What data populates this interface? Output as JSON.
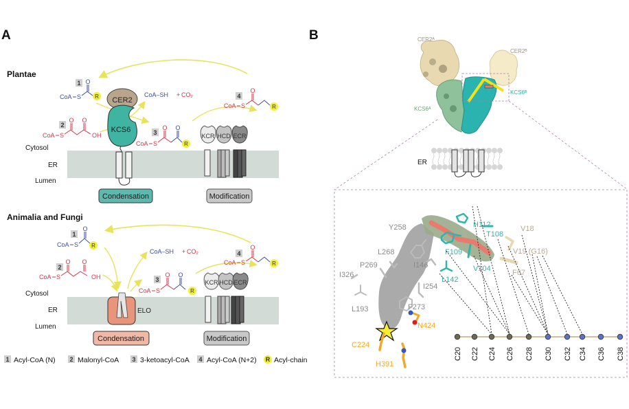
{
  "colors": {
    "blue_chem": "#3d4f9a",
    "red_chem": "#d0364b",
    "yellow_arrow": "#e8e35a",
    "r_highlight": "#f2ee3c",
    "membrane": "#d3dbd6",
    "kcs6": "#3fb4a2",
    "cer2": "#b9a58c",
    "elo": "#e8957b",
    "condensation_box": "#5db8ad",
    "condensation_box_elo": "#f2b8a6",
    "modification_box": "#c8c8c8",
    "teal_residue": "#2fb5ad",
    "gray_residue": "#8a8a8a",
    "tan_residue": "#b6ab97",
    "orange_residue": "#f0a92a",
    "magenta_dash": "#b57ca6",
    "node_dark": "#6b6b55",
    "node_blue": "#5b72c8",
    "chain_line": "#c9a97c"
  },
  "panel_a": {
    "label": "A",
    "plantae": {
      "title": "Plantae",
      "substrate1": {
        "badge": "1",
        "coa": "CoA",
        "s": "S",
        "r": "R",
        "o": "O"
      },
      "substrate2": {
        "badge": "2",
        "coa": "CoA",
        "s": "S",
        "oh": "OH",
        "o": "O"
      },
      "product3": {
        "badge": "3",
        "coa": "CoA",
        "s": "S",
        "r": "R",
        "o": "O"
      },
      "product4": {
        "badge": "4",
        "coa": "CoA",
        "s": "S",
        "r": "R",
        "o": "O"
      },
      "byproduct": {
        "coash": "CoA–SH",
        "plus": "+",
        "co2": "CO₂"
      },
      "enzymes": {
        "cer2": "CER2",
        "kcs6": "KCS6",
        "kcr": "KCR",
        "hcd": "HCD",
        "ecr": "ECR"
      },
      "condensation": "Condensation",
      "modification": "Modification"
    },
    "animalia": {
      "title": "Animalia and Fungi",
      "substrate1": {
        "badge": "1",
        "coa": "CoA",
        "s": "S",
        "r": "R",
        "o": "O"
      },
      "substrate2": {
        "badge": "2",
        "coa": "CoA",
        "s": "S",
        "oh": "OH",
        "o": "O"
      },
      "product3": {
        "badge": "3",
        "coa": "CoA",
        "s": "S",
        "r": "R",
        "o": "O"
      },
      "product4": {
        "badge": "4",
        "coa": "CoA",
        "s": "S",
        "r": "R",
        "o": "O"
      },
      "byproduct": {
        "coash": "CoA–SH",
        "plus": "+",
        "co2": "CO₂"
      },
      "enzymes": {
        "elo": "ELO",
        "kcr": "KCR",
        "hcd": "HCD",
        "ecr": "ECR"
      },
      "condensation": "Condensation",
      "modification": "Modification"
    },
    "compartments": {
      "cytosol": "Cytosol",
      "er": "ER",
      "lumen": "Lumen"
    },
    "legend": [
      {
        "badge": "1",
        "label": "Acyl-CoA (N)"
      },
      {
        "badge": "2",
        "label": "Malonyl-CoA"
      },
      {
        "badge": "3",
        "label": "3-ketoacyl-CoA"
      },
      {
        "badge": "4",
        "label": "Acyl-CoA (N+2)"
      },
      {
        "badge": "R",
        "label": "Acyl-chain"
      }
    ]
  },
  "panel_b": {
    "label": "B",
    "structure": {
      "cer2a": "CER2ᴬ",
      "cer2b": "CER2ᴮ",
      "kcs6a": "KCS6ᴬ",
      "kcs6b": "KCS6ᴮ",
      "er": "ER"
    },
    "residues": {
      "teal": [
        "H112",
        "T108",
        "F109",
        "V104",
        "L142"
      ],
      "gray": [
        "Y258",
        "L268",
        "P269",
        "I326",
        "I146",
        "I254",
        "L193",
        "F273"
      ],
      "tan": [
        "V18",
        "V19 (G16)",
        "F67"
      ],
      "orange": [
        "N424",
        "C224",
        "H391"
      ]
    },
    "chain_lengths": [
      "C20",
      "C22",
      "C24",
      "C26",
      "C28",
      "C30",
      "C32",
      "C34",
      "C36",
      "C38"
    ],
    "chain_node_types": [
      "dark",
      "dark",
      "dark",
      "dark",
      "dark",
      "blue",
      "blue",
      "blue",
      "blue",
      "blue"
    ]
  }
}
